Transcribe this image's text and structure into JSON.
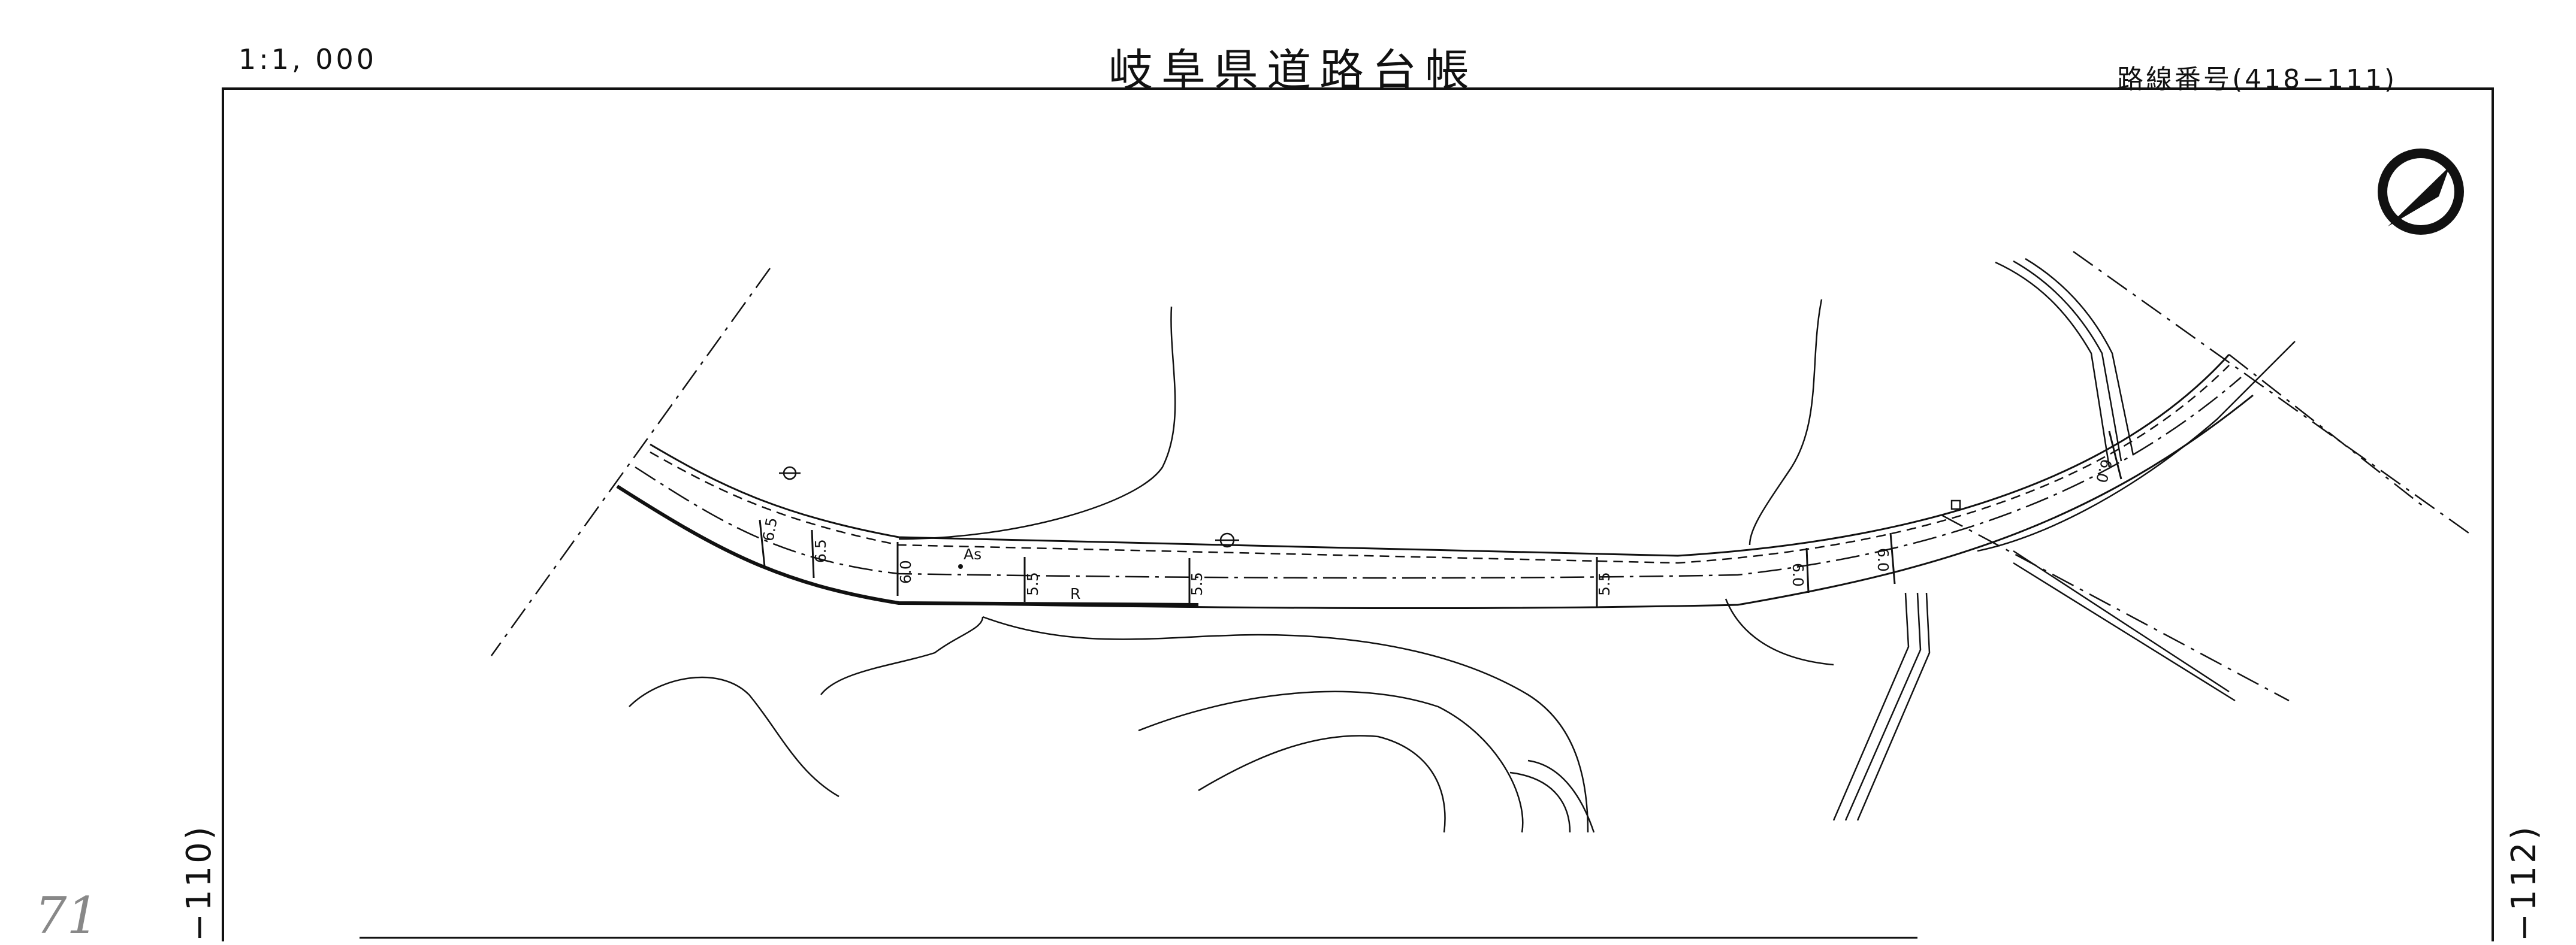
{
  "header": {
    "scale": "1:1, 000",
    "title": "岐阜県道路台帳",
    "route_number": "路線番号(418−111)"
  },
  "adjacent_sheets": {
    "left": "−110)",
    "right": "−112)"
  },
  "handwritten_note": "71",
  "north_arrow": {
    "icon": "north-arrow-icon"
  },
  "road": {
    "width_labels": [
      "6.5",
      "6.5",
      "6.0",
      "5.5",
      "5.5",
      "5.5",
      "6.0",
      "6.0",
      "6.0"
    ],
    "surface_label": "As",
    "radius_label": "R"
  }
}
